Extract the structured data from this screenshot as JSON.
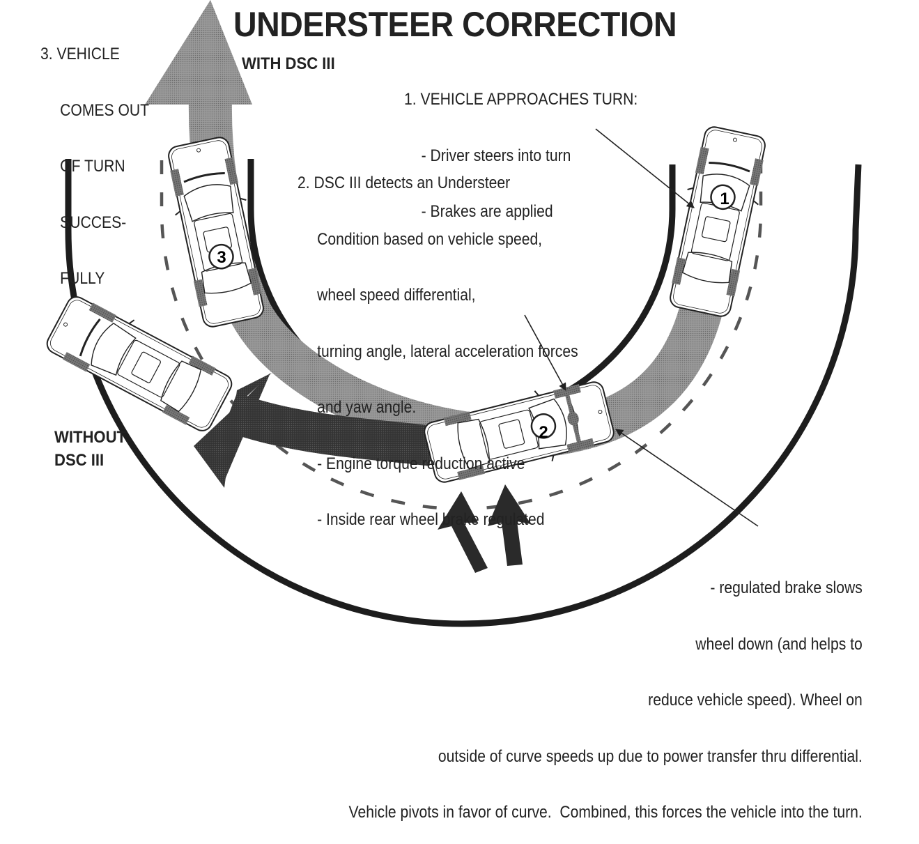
{
  "title": "UNDERSTEER CORRECTION",
  "labels": {
    "with_dsc": "WITH DSC III",
    "without_dsc_line1": "WITHOUT",
    "without_dsc_line2": "DSC III"
  },
  "step1": {
    "heading": "1. VEHICLE APPROACHES TURN:",
    "bullets": [
      "- Driver steers into turn",
      "- Brakes are applied"
    ]
  },
  "step2": {
    "lines": [
      "2. DSC III detects an Understeer",
      "Condition based on vehicle speed,",
      "wheel speed differential,",
      "turning angle, lateral acceleration forces",
      "and yaw angle.",
      "- Engine torque reduction active",
      "- Inside rear wheel brake regulated"
    ]
  },
  "step3": {
    "lines": [
      "3. VEHICLE",
      "COMES OUT",
      "OF TURN",
      "SUCCES-",
      "FULLY"
    ]
  },
  "brake_note": {
    "lines": [
      "- regulated brake slows",
      "wheel down (and helps to",
      "reduce vehicle speed). Wheel on",
      "outside of curve speeds up due to power transfer thru differential.",
      "Vehicle pivots in favor of curve.  Combined, this forces the vehicle into the turn."
    ]
  },
  "vehicles": [
    {
      "badge": "1",
      "role": "approaching-turn"
    },
    {
      "badge": "2",
      "role": "dsc-correcting"
    },
    {
      "badge": "3",
      "role": "exiting-turn"
    },
    {
      "badge": "",
      "role": "without-dsc-understeer"
    }
  ],
  "colors": {
    "ink": "#222222",
    "path_with_dsc": "#8a8a8a",
    "path_without_dsc": "#3a3a3a",
    "wheel": "#7a7a7a",
    "background": "#ffffff"
  }
}
